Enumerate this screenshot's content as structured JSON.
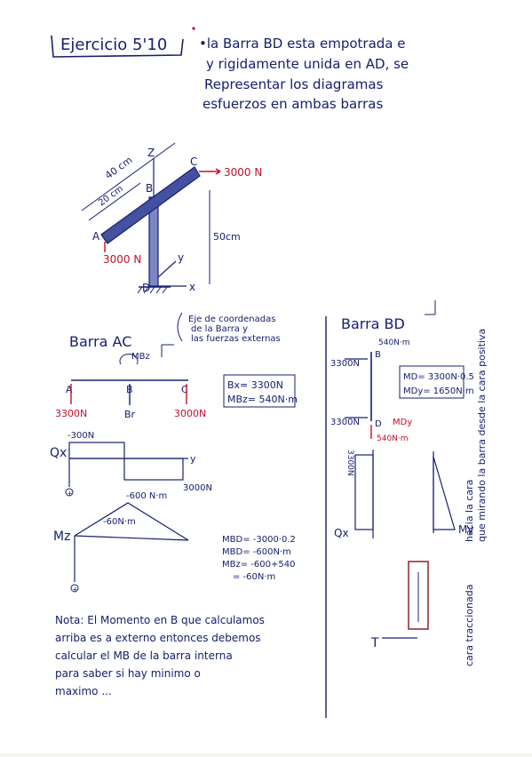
{
  "header": {
    "title": "Ejercicio 5'10",
    "statement": [
      "•la Barra BD esta empotrada e",
      "y rigidamente unida en AD, se",
      "Representar los diagramas",
      "esfuerzos en ambas barras"
    ],
    "side_note": [
      "hacia la cara",
      "que mirando la barra desde la cara positiva",
      "cara traccionada"
    ]
  },
  "figure": {
    "dim_40": "40 cm",
    "dim_20": "20 cm",
    "dim_50": "50cm",
    "load_c": "3000 N",
    "load_a": "3000 N",
    "labels": {
      "A": "A",
      "B": "B",
      "C": "C",
      "D": "D",
      "z": "Z",
      "x": "x",
      "y": "y"
    }
  },
  "barra_ac": {
    "title": "Barra AC",
    "axes_note": [
      "Eje de coordenadas",
      "de la Barra y",
      "las fuerzas externas"
    ],
    "moment_label": "MBz",
    "nodes": {
      "A": "A",
      "B": "B",
      "C": "C"
    },
    "load_a": "3300N",
    "reaction_b": "Br",
    "load_c": "3000N",
    "results": [
      "Bx= 3300N",
      "MBz= 540N·m"
    ],
    "shear_label": "Qx",
    "shear_top": "-300N",
    "shear_bottom": "3000N",
    "shear_axis": "y",
    "moment_axis_label": "Mz",
    "moment_peak": "-600 N·m",
    "moment_left": "-60N·m",
    "calc_lines": [
      "MBD= -3000·0.2",
      "MBD= -600N·m",
      "MBz= -600+540",
      "= -60N·m"
    ],
    "positive_mark": "+"
  },
  "barra_bd": {
    "title": "Barra BD",
    "top_moment": "540N·m",
    "top_force": "3300N",
    "results": [
      "MD= 3300N·0.5",
      "MDy= 1650N·m"
    ],
    "bottom_force": "3300N",
    "bottom_moment": "540N·m",
    "node_b": "B",
    "node_d": "D",
    "bottom_moment_label": "MDy",
    "shear_value": "3300N",
    "shear_label": "Qx",
    "moment_label": "My",
    "torsion_label": "T"
  },
  "note": {
    "lines": [
      "Nota: El Momento en B que calculamos",
      "arriba es a externo entonces debemos",
      "calcular el MB de la barra interna",
      "para saber si hay minimo o",
      "maximo ..."
    ]
  }
}
